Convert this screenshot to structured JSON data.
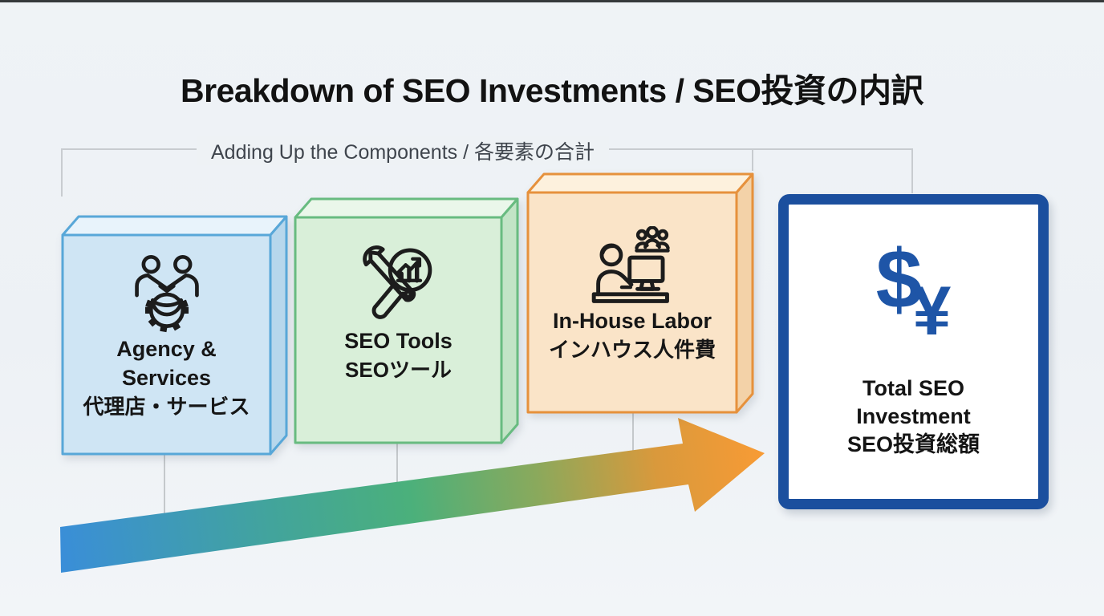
{
  "page": {
    "title": "Breakdown of SEO Investments / SEO投資の内訳"
  },
  "bracket": {
    "label": "Adding Up the Components / 各要素の合計"
  },
  "boxes": [
    {
      "id": "agency",
      "icon": "partnership-gear-icon",
      "line1": "Agency &",
      "line2": "Services",
      "line3": "代理店・サービス",
      "accent": "#58a7d8",
      "fill": "#cfe5f4"
    },
    {
      "id": "seo-tools",
      "icon": "seo-tools-icon",
      "line1": "SEO Tools",
      "line2": "SEOツール",
      "accent": "#68bb80",
      "fill": "#d9efd9"
    },
    {
      "id": "in-house-labor",
      "icon": "in-house-labor-icon",
      "line1": "In-House Labor",
      "line2": "インハウス人件費",
      "accent": "#e6913c",
      "fill": "#fae4c8"
    }
  ],
  "total": {
    "symbol_dollar": "$",
    "symbol_yen": "¥",
    "line1": "Total SEO",
    "line2": "Investment",
    "line3": "SEO投資総額",
    "border_color": "#1b4f9e",
    "symbol_color": "#1e55a7"
  },
  "arrow": {
    "gradient_start": "#3a8ed8",
    "gradient_mid": "#4bb07b",
    "gradient_end": "#f79b35"
  }
}
